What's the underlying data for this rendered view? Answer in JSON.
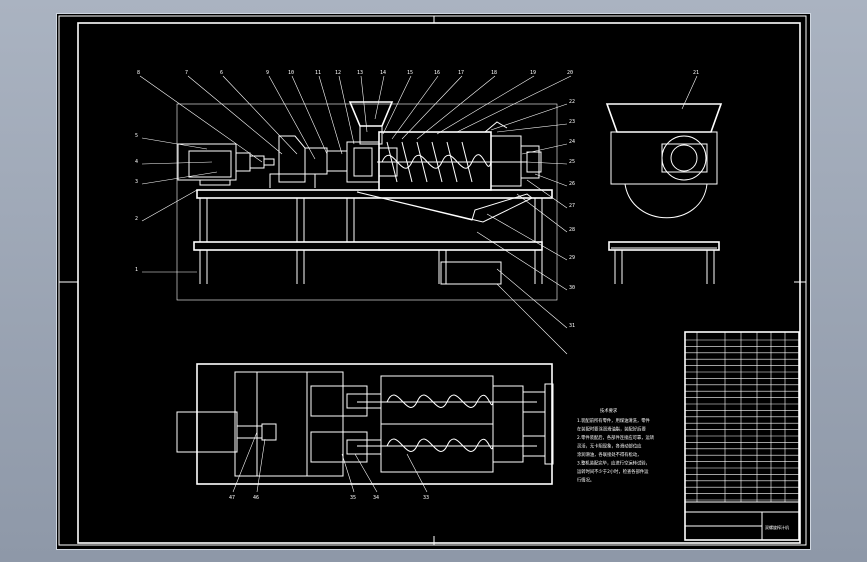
{
  "drawing": {
    "part_labels_top": [
      "8",
      "7",
      "6",
      "9",
      "10",
      "11",
      "12",
      "13",
      "14",
      "15",
      "16",
      "17",
      "18",
      "19",
      "20"
    ],
    "part_labels_left": [
      "5",
      "4",
      "3",
      "2",
      "1"
    ],
    "part_labels_right": [
      "22",
      "23",
      "24",
      "25",
      "26",
      "27",
      "28",
      "29",
      "30",
      "31"
    ],
    "part_label_side_view": "21",
    "part_labels_bottom": [
      "47",
      "46",
      "35",
      "34",
      "33"
    ],
    "tech_req_title": "技术要求",
    "tech_req_lines": [
      "1.装配前所有零件，用煤油清洗，零件",
      "在装配时要涂润滑油脂，装配好后要",
      "2.零件装配后，各部件连接应可靠，运转",
      "灵活，无卡阻现象，各滑动部位应",
      "涂润滑油，各联接处不得有松动，",
      "3.整机装配完毕，应进行空运转试验，",
      "运转时间不少于2小时，检查各部件运",
      "行情况。"
    ],
    "title_block_name": "双螺旋榨汁机"
  }
}
